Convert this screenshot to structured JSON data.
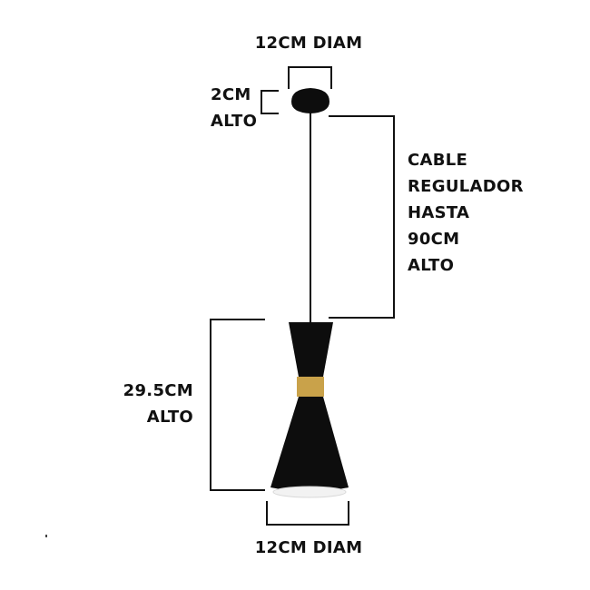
{
  "colors": {
    "lamp": "#0d0d0d",
    "band": "#c9a24a",
    "guides": "#111111",
    "background": "#ffffff"
  },
  "labels": {
    "top_diameter": "12CM DIAM",
    "canopy_height": [
      "2CM",
      "ALTO"
    ],
    "cable": [
      "CABLE",
      "REGULADOR",
      "HASTA",
      "90CM",
      "ALTO"
    ],
    "shade_height": [
      "29.5CM",
      "ALTO"
    ],
    "bottom_diameter": "12CM DIAM"
  }
}
